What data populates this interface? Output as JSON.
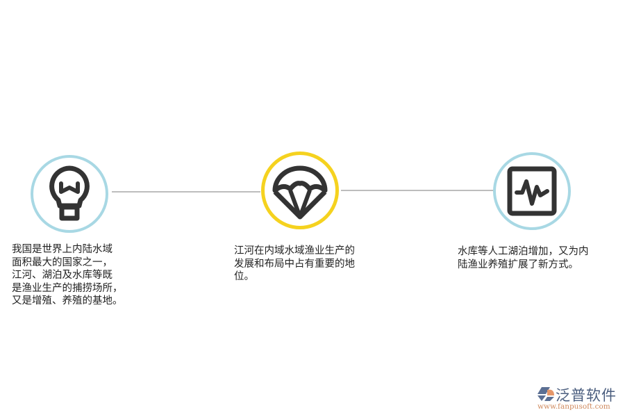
{
  "diagram": {
    "type": "horizontal-timeline",
    "colors": {
      "ring_blue": "#a8d8e4",
      "ring_yellow": "#f5d21f",
      "icon_dark": "#333333",
      "connector": "#bdbdbd",
      "text": "#222222"
    },
    "steps": [
      {
        "icon": "lightbulb-icon",
        "ring_color": "#a8d8e4",
        "text": "我国是世界上内陆水域面积最大的国家之一，江河、湖泊及水库等既是渔业生产的捕捞场所，又是增殖、养殖的基地。",
        "lines": [
          "我国是世界上内陆水域",
          "面积最大的国家之一，",
          "江河、湖泊及水库等既",
          "是渔业生产的捕捞场所，",
          "又是增殖、养殖的基地。"
        ]
      },
      {
        "icon": "parachute-icon",
        "ring_color": "#f5d21f",
        "text": "江河在内域水域渔业生产的发展和布局中占有重要的地位。",
        "lines": [
          "江河在内域水域渔业生产的",
          "发展和布局中占有重要的地",
          "位。"
        ]
      },
      {
        "icon": "pulse-monitor-icon",
        "ring_color": "#a8d8e4",
        "text": "水库等人工湖泊增加，又为内陆渔业养殖扩展了新方式。",
        "lines": [
          "水库等人工湖泊增加，又为内",
          "陆渔业养殖扩展了新方式。"
        ]
      }
    ]
  },
  "watermark": {
    "name": "泛普软件",
    "url": "www.fanpusoft.com"
  }
}
